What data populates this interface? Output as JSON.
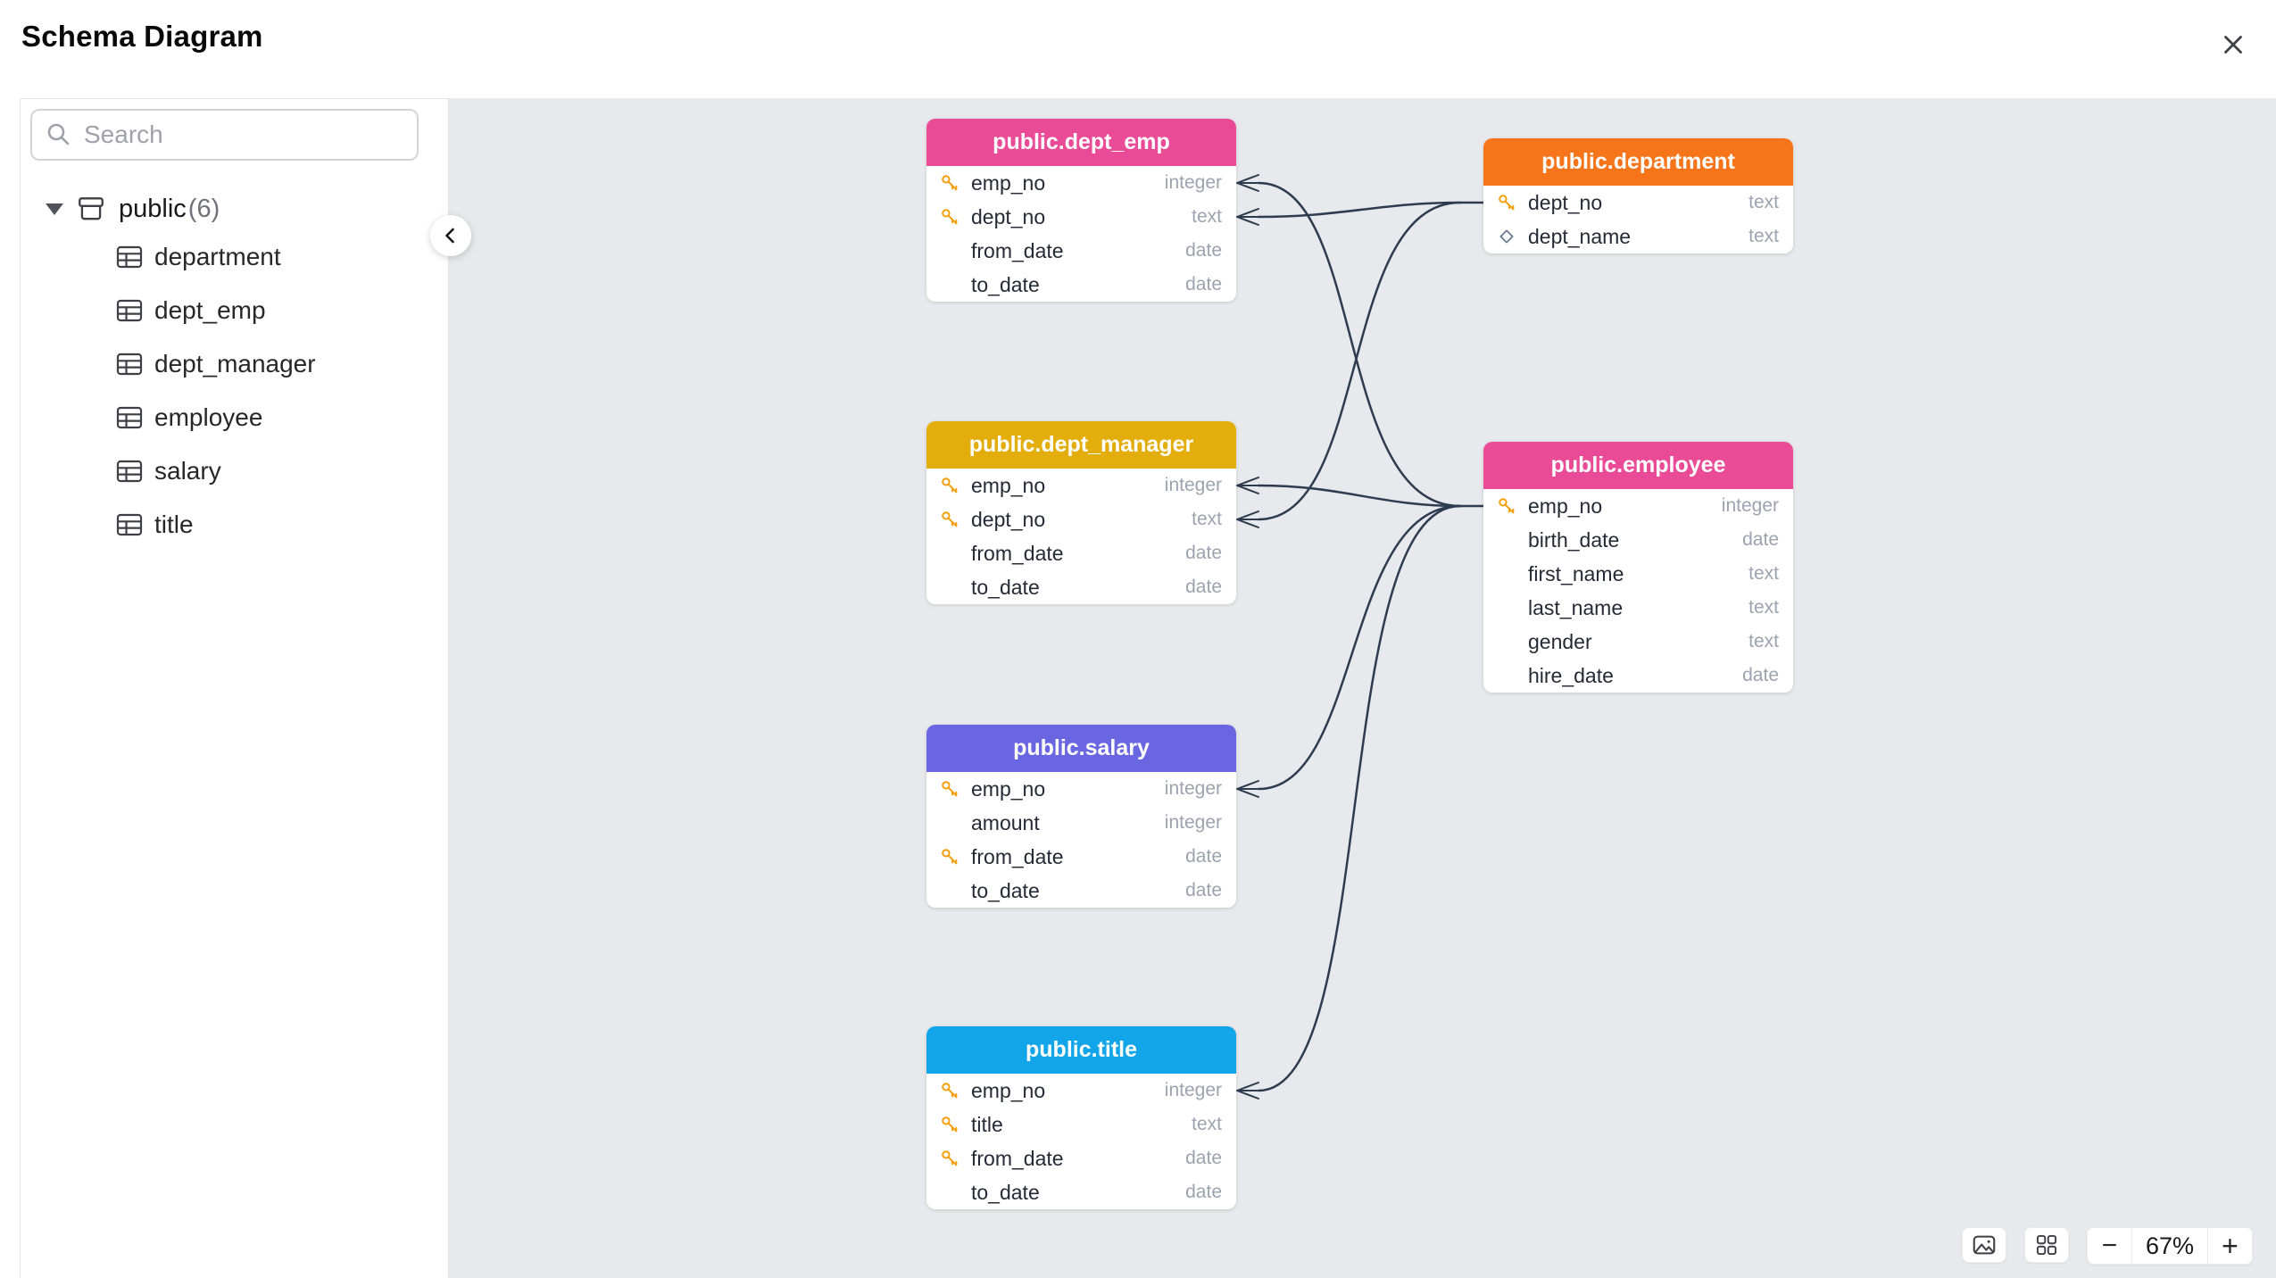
{
  "header": {
    "title": "Schema Diagram",
    "close_icon": "x"
  },
  "sidebar": {
    "search": {
      "placeholder": "Search"
    },
    "schema": {
      "name": "public",
      "count": "(6)",
      "expanded": true,
      "icon": "schema-box-icon",
      "caret_icon": "caret-down-icon"
    },
    "tables": [
      {
        "label": "department",
        "icon": "table-icon"
      },
      {
        "label": "dept_emp",
        "icon": "table-icon"
      },
      {
        "label": "dept_manager",
        "icon": "table-icon"
      },
      {
        "label": "employee",
        "icon": "table-icon"
      },
      {
        "label": "salary",
        "icon": "table-icon"
      },
      {
        "label": "title",
        "icon": "table-icon"
      }
    ],
    "collapse_icon": "chevron-left-icon"
  },
  "diagram": {
    "background_color": "#e8e9ec",
    "line_color": "#2d3c50",
    "key_icon_color": "#F59E0B",
    "tables": [
      {
        "id": "dept_emp",
        "title": "public.dept_emp",
        "color": "#EA4B97",
        "columns": [
          {
            "name": "emp_no",
            "type": "integer",
            "icon": "key"
          },
          {
            "name": "dept_no",
            "type": "text",
            "icon": "key"
          },
          {
            "name": "from_date",
            "type": "date",
            "icon": "none"
          },
          {
            "name": "to_date",
            "type": "date",
            "icon": "none"
          }
        ]
      },
      {
        "id": "department",
        "title": "public.department",
        "color": "#F6741A",
        "columns": [
          {
            "name": "dept_no",
            "type": "text",
            "icon": "key"
          },
          {
            "name": "dept_name",
            "type": "text",
            "icon": "diamond"
          }
        ]
      },
      {
        "id": "dept_manager",
        "title": "public.dept_manager",
        "color": "#E3AD0C",
        "columns": [
          {
            "name": "emp_no",
            "type": "integer",
            "icon": "key"
          },
          {
            "name": "dept_no",
            "type": "text",
            "icon": "key"
          },
          {
            "name": "from_date",
            "type": "date",
            "icon": "none"
          },
          {
            "name": "to_date",
            "type": "date",
            "icon": "none"
          }
        ]
      },
      {
        "id": "employee",
        "title": "public.employee",
        "color": "#EA4B97",
        "columns": [
          {
            "name": "emp_no",
            "type": "integer",
            "icon": "key"
          },
          {
            "name": "birth_date",
            "type": "date",
            "icon": "none"
          },
          {
            "name": "first_name",
            "type": "text",
            "icon": "none"
          },
          {
            "name": "last_name",
            "type": "text",
            "icon": "none"
          },
          {
            "name": "gender",
            "type": "text",
            "icon": "none"
          },
          {
            "name": "hire_date",
            "type": "date",
            "icon": "none"
          }
        ]
      },
      {
        "id": "salary",
        "title": "public.salary",
        "color": "#6A66E2",
        "columns": [
          {
            "name": "emp_no",
            "type": "integer",
            "icon": "key"
          },
          {
            "name": "amount",
            "type": "integer",
            "icon": "none"
          },
          {
            "name": "from_date",
            "type": "date",
            "icon": "key"
          },
          {
            "name": "to_date",
            "type": "date",
            "icon": "none"
          }
        ]
      },
      {
        "id": "title",
        "title": "public.title",
        "color": "#12A5E9",
        "columns": [
          {
            "name": "emp_no",
            "type": "integer",
            "icon": "key"
          },
          {
            "name": "title",
            "type": "text",
            "icon": "key"
          },
          {
            "name": "from_date",
            "type": "date",
            "icon": "key"
          },
          {
            "name": "to_date",
            "type": "date",
            "icon": "none"
          }
        ]
      }
    ],
    "relationships": [
      {
        "from": "dept_emp.emp_no",
        "to": "employee.emp_no",
        "source_marker": "crow-foot-many",
        "target_marker": "one"
      },
      {
        "from": "dept_emp.dept_no",
        "to": "department.dept_no",
        "source_marker": "crow-foot-many",
        "target_marker": "one"
      },
      {
        "from": "dept_manager.emp_no",
        "to": "employee.emp_no",
        "source_marker": "crow-foot-many",
        "target_marker": "one"
      },
      {
        "from": "dept_manager.dept_no",
        "to": "department.dept_no",
        "source_marker": "crow-foot-many",
        "target_marker": "one"
      },
      {
        "from": "salary.emp_no",
        "to": "employee.emp_no",
        "source_marker": "crow-foot-many",
        "target_marker": "one"
      },
      {
        "from": "title.emp_no",
        "to": "employee.emp_no",
        "source_marker": "crow-foot-many",
        "target_marker": "one"
      }
    ]
  },
  "controls": {
    "export_image_icon": "image-icon",
    "layout_icon": "grid-icon",
    "zoom_out_label": "−",
    "zoom_level": "67%",
    "zoom_in_label": "+"
  }
}
